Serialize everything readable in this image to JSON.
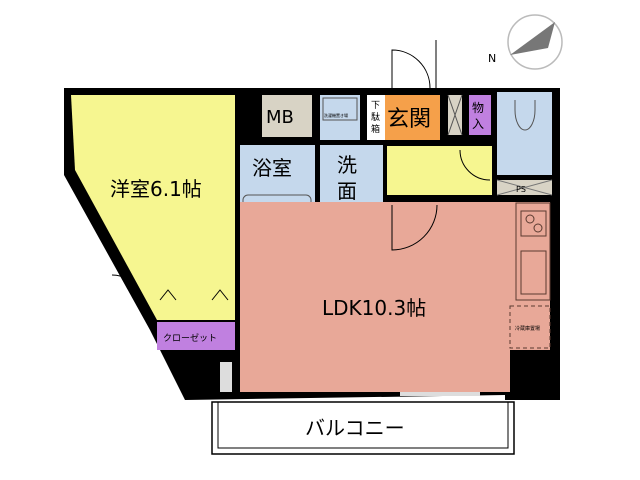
{
  "compass": {
    "label": "N"
  },
  "rooms": {
    "western_room": "洋室6.1帖",
    "closet": "クローゼット",
    "mb": "MB",
    "bath": "浴室",
    "washroom_1": "洗",
    "washroom_2": "面",
    "washer_space": "洗濯機置き場",
    "shoe_box_1": "下",
    "shoe_box_2": "駄",
    "shoe_box_3": "箱",
    "entrance": "玄関",
    "storage_1": "物",
    "storage_2": "入",
    "ps": "PS",
    "ldk": "LDK10.3帖",
    "fridge_space": "冷蔵庫置場",
    "balcony": "バルコニー"
  },
  "colors": {
    "western": "#f6f690",
    "closet": "#c080e0",
    "wet": "#c5d8ec",
    "mb": "#d8d3c5",
    "entrance": "#f5a04a",
    "hall": "#f6f690",
    "ldk": "#e8a898",
    "wall": "#000000"
  }
}
